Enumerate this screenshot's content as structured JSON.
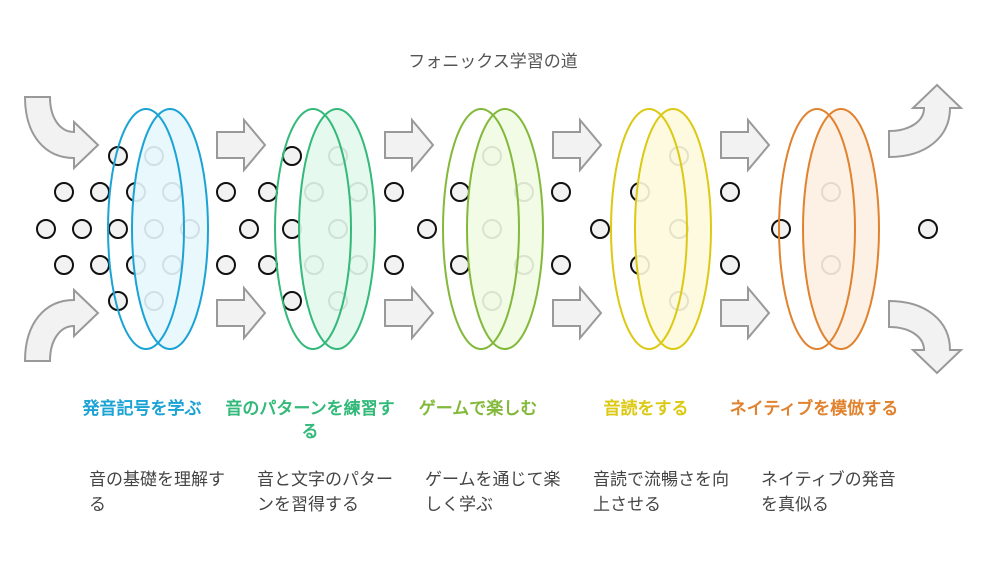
{
  "title": "フォニックス学習の道",
  "stages": [
    {
      "title": "発音記号を学ぶ",
      "description": "音の基礎を理解する",
      "color": "#1aa3d4",
      "fill": "#e6f7fd"
    },
    {
      "title": "音のパターンを練習する",
      "description": "音と文字のパターンを習得する",
      "color": "#33b97a",
      "fill": "#e3f8ec"
    },
    {
      "title": "ゲームで楽しむ",
      "description": "ゲームを通じて楽しく学ぶ",
      "color": "#82b93a",
      "fill": "#f1fbe2"
    },
    {
      "title": "音読をする",
      "description": "音読で流暢さを向上させる",
      "color": "#dcc914",
      "fill": "#fdf9dd"
    },
    {
      "title": "ネイティブを模倣する",
      "description": "ネイティブの発音を真似る",
      "color": "#e0822e",
      "fill": "#fdefe2"
    }
  ],
  "colors": {
    "arrow_fill": "#f2f2f2",
    "arrow_stroke": "#999999",
    "dot_fill": "#f2f2f2",
    "dot_stroke": "#111111",
    "text": "#444444"
  },
  "icons": {
    "flow_arrow": "arrow-right-icon",
    "curved_in_top": "curved-arrow-down-right-icon",
    "curved_in_bottom": "curved-arrow-up-right-icon",
    "curved_out_top": "curved-arrow-up-icon",
    "curved_out_bottom": "curved-arrow-down-icon"
  }
}
